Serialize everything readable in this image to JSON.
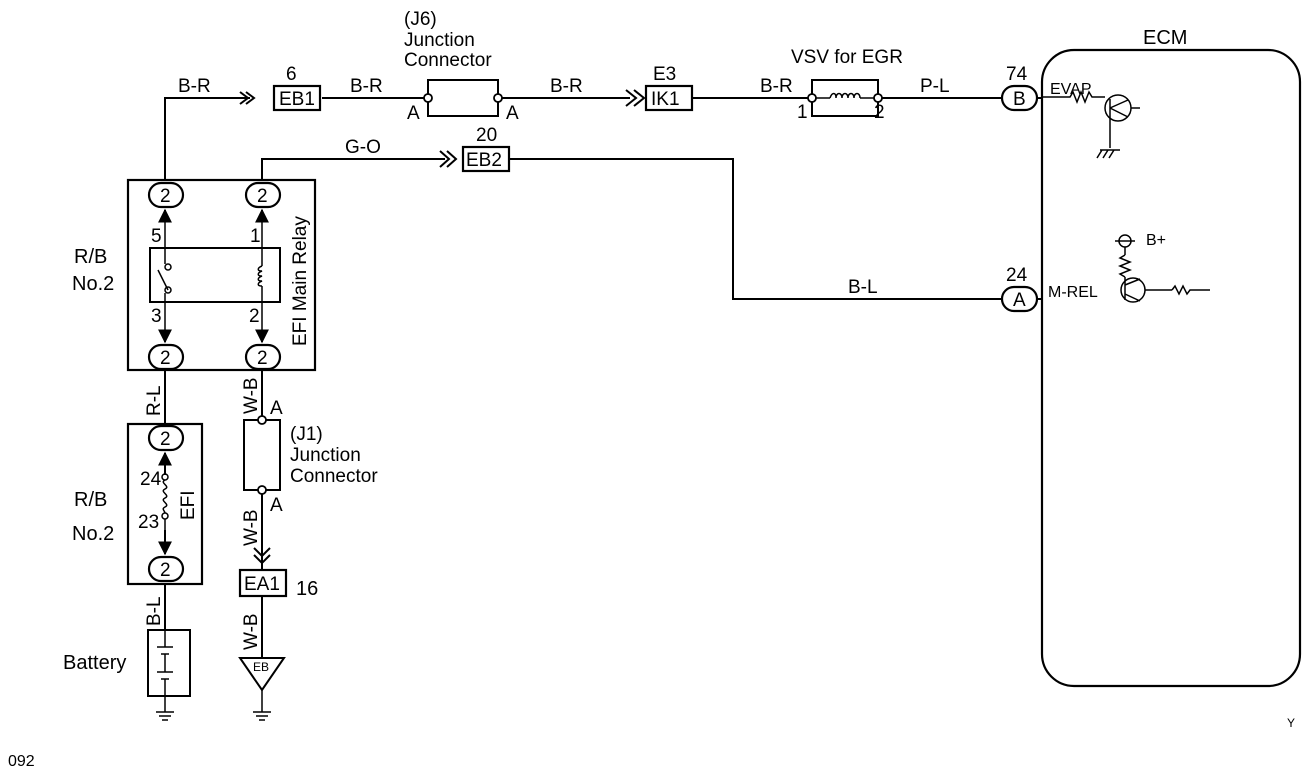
{
  "ecm": {
    "title": "ECM",
    "evap_label": "EVAP",
    "mrel_label": "M-REL",
    "bplus_label": "B+",
    "pin_b_number": "74",
    "pin_b_letter": "B",
    "pin_a_number": "24",
    "pin_a_letter": "A"
  },
  "j6": {
    "line1": "(J6)",
    "line2": "Junction",
    "line3": "Connector",
    "pin_left": "A",
    "pin_right": "A"
  },
  "j1": {
    "line1": "(J1)",
    "line2": "Junction",
    "line3": "Connector",
    "pin_top": "A",
    "pin_bottom": "A"
  },
  "vsv": {
    "label": "VSV for EGR",
    "pin1": "1",
    "pin2": "2"
  },
  "connectors": {
    "eb1_number": "6",
    "eb1_code": "EB1",
    "ik1_number": "E3",
    "ik1_code": "IK1",
    "eb2_number": "20",
    "eb2_code": "EB2",
    "ea1_number": "16",
    "ea1_code": "EA1"
  },
  "wires": {
    "br_1": "B-R",
    "br_2": "B-R",
    "br_3": "B-R",
    "br_4": "B-R",
    "pl": "P-L",
    "go": "G-O",
    "bl_top": "B-L",
    "rl": "R-L",
    "wb_1": "W-B",
    "wb_2": "W-B",
    "wb_3": "W-B",
    "bl_bottom": "B-L"
  },
  "relay_block": {
    "rb_line1": "R/B",
    "rb_line2": "No.2",
    "relay_label": "EFI Main Relay",
    "pin_5": "5",
    "pin_1": "1",
    "pin_3": "3",
    "pin_2": "2",
    "conn": "2"
  },
  "fuse_block": {
    "rb_line1": "R/B",
    "rb_line2": "No.2",
    "fuse_label": "EFI",
    "pin_24": "24",
    "pin_23": "23",
    "conn": "2"
  },
  "battery_label": "Battery",
  "ground_label": "EB",
  "page_code": "092",
  "corner_mark": "Y"
}
